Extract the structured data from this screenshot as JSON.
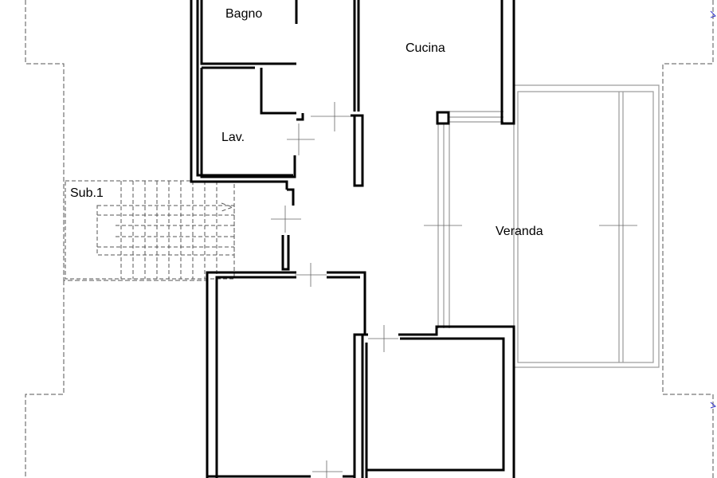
{
  "rooms": {
    "bagno": "Bagno",
    "cucina": "Cucina",
    "lavanderia": "Lav.",
    "veranda": "Veranda",
    "subalterno": "Sub.1"
  },
  "colors": {
    "wall": "#000000",
    "dashed": "#555555",
    "thin": "#9a9a9a",
    "mark": "#3333cc"
  }
}
